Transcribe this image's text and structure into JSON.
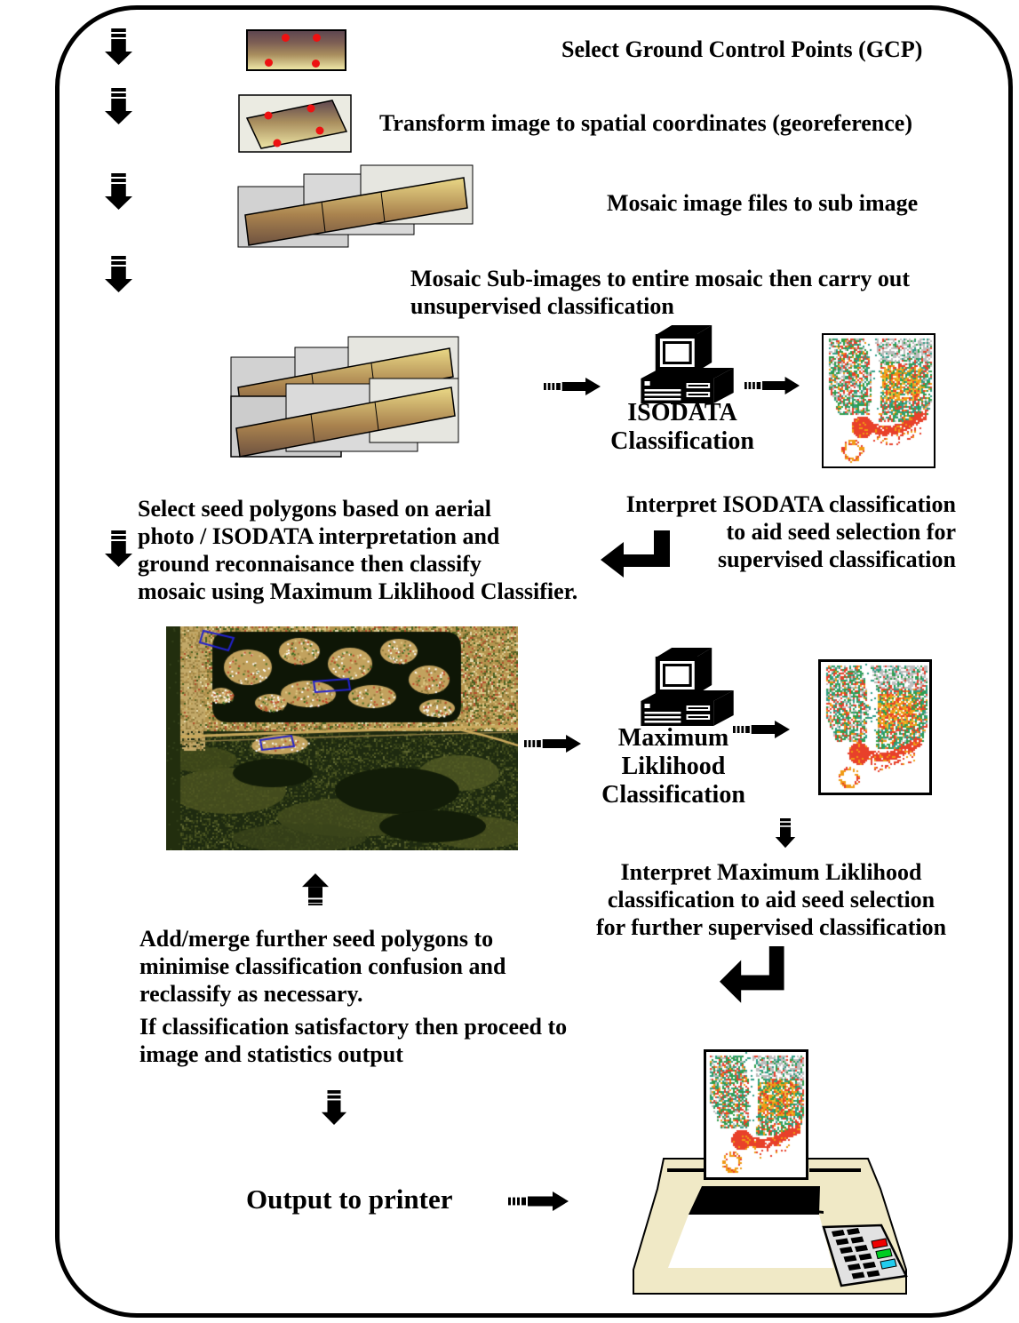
{
  "labels": {
    "gcp": "Select Ground Control Points (GCP)",
    "georef": "Transform image to spatial coordinates (georeference)",
    "mosaic_sub": "Mosaic image files to sub image",
    "mosaic_full": [
      "Mosaic Sub-images to entire mosaic then carry out",
      "unsupervised classification"
    ],
    "isodata": [
      "ISODATA",
      "Classification"
    ],
    "interpret_isodata": [
      "Interpret ISODATA classification",
      "to aid seed selection for",
      "supervised classification"
    ],
    "seed_select": [
      "Select seed polygons based on aerial",
      "photo / ISODATA interpretation and",
      "ground reconnaisance then classify",
      "mosaic using Maximum Liklihood Classifier."
    ],
    "max_lik": [
      "Maximum",
      "Liklihood",
      "Classification"
    ],
    "interpret_max_lik": [
      "Interpret Maximum Liklihood",
      "classification to aid seed selection",
      "for further supervised classification"
    ],
    "add_merge": [
      "Add/merge further seed polygons to",
      "minimise classification confusion and",
      "reclassify as necessary."
    ],
    "if_satisfactory": [
      "If classification satisfactory then proceed to",
      "image and statistics output"
    ],
    "output_printer": "Output to printer"
  },
  "icons": {
    "down_arrow": "striped-down-arrow",
    "up_arrow": "striped-up-arrow",
    "flow_arrow": "striped-right-arrow",
    "elbow_arrow": "elbow-left-arrow",
    "computer": "desktop-computer",
    "printer": "dot-matrix-printer"
  },
  "colors": {
    "text": "#000000",
    "gcp_point_red": "#ee1111",
    "seed_polygon_blue": "#2222cc",
    "backdrop_gray": "#d2d2d2",
    "georef_backdrop": "#ebebe2",
    "gradient_dark": "#5e4650",
    "gradient_mid": "#a98e5e",
    "gradient_light": "#eee6a6",
    "printer_body": "#f0e9c6",
    "printer_panel": "#e2e2e2",
    "key_red": "#ee0000",
    "key_green": "#00cc22",
    "key_cyan": "#22ccee",
    "classified": {
      "red": "#e8402a",
      "orange": "#f09a14",
      "green": "#2f9e4a",
      "teal": "#2f9e86",
      "gray": "#bdbdbd",
      "yellow": "#e8c23c",
      "white": "#ffffff"
    },
    "aerial": {
      "sea": "#222e0e",
      "sand": "#b5954f",
      "canal": "#0e1606",
      "wetland": "#1e2a10",
      "road": "#c9a85c",
      "island": "#c2a25e"
    }
  }
}
